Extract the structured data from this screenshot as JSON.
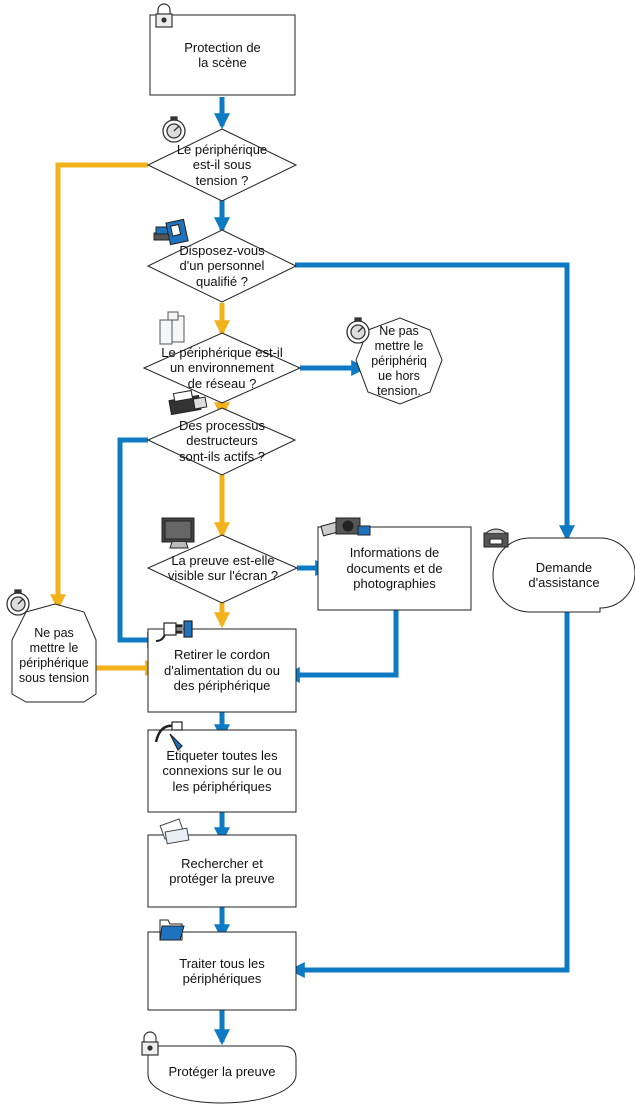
{
  "colors": {
    "yes": "#0e7ac4",
    "no": "#f2b21c",
    "shape_stroke": "#222222",
    "icon": "#444444",
    "icon_accent": "#1e73be"
  },
  "nodes": {
    "protect_scene": "Protection de\nla scène",
    "powered_on": "Le périphérique\nest-il sous\ntension ?",
    "qualified_staff": "Disposez-vous\nd'un personnel\nqualifié ?",
    "network_env": "Le périphérique est-il\nun environnement\nde réseau ?",
    "do_not_power_off": "Ne pas\nmettre le\npériphériq\nue hors\ntension.",
    "destructive_processes": "Des processus\ndestructeurs\nsont-ils actifs ?",
    "evidence_visible": "La preuve est-elle\nvisible sur l'écran ?",
    "document_info": "Informations de\ndocuments et de\nphotographies",
    "request_assistance": "Demande\nd'assistance",
    "do_not_power_on": "Ne pas\nmettre le\npériphérique\nsous tension",
    "unplug_power": "Retirer le cordon\nd'alimentation du ou\ndes périphérique",
    "label_connections": "Etiqueter toutes les\nconnexions sur le ou\nles périphériques",
    "search_protect": "Rechercher et\nprotéger la preuve",
    "process_devices": "Traiter tous les\npériphériques",
    "protect_evidence": "Protéger la preuve"
  },
  "icons": [
    "padlock-icon",
    "stopwatch-icon",
    "books-icon",
    "server-icon",
    "stopwatch-icon",
    "printer-icon",
    "monitor-icon",
    "camera-icon",
    "telephone-icon",
    "stopwatch-icon",
    "power-plug-icon",
    "cable-tag-icon",
    "evidence-bag-icon",
    "folder-icon",
    "padlock-icon"
  ]
}
